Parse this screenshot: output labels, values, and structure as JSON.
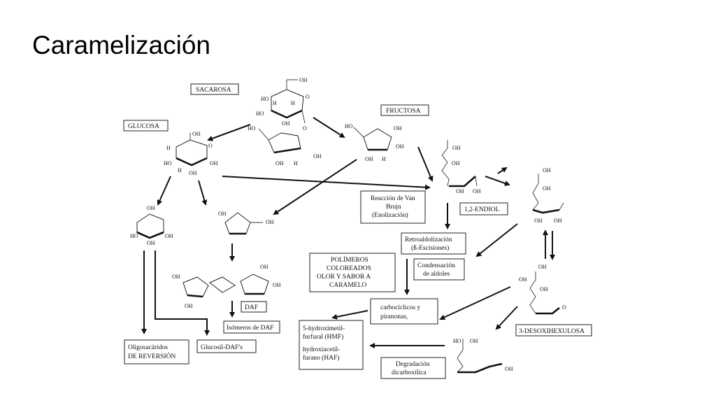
{
  "title": "Caramelización",
  "labels": {
    "sacarosa": "SACAROSA",
    "glucosa": "GLUCOSA",
    "fructosa": "FRUCTOSA",
    "van_brujn": [
      "Reacción de Van",
      "Brujn",
      "(Enolización)"
    ],
    "endiol": "1,2-ENDIOL",
    "retroaldol": [
      "Retroaldolización",
      "(ß-Escisiones)"
    ],
    "condensacion": [
      "Condensación",
      "de aldoles"
    ],
    "polimeros": [
      "POLÍMEROS",
      "COLOREADOS",
      "OLOR Y SABOR A",
      "CARAMELO"
    ],
    "daf": "DAF",
    "isomeros": "Isómeros de DAF",
    "carbociclicos": [
      "carbocíclicos y",
      "piranonas,"
    ],
    "hmf": [
      "5-hydroximetil-",
      "furfural (HMF)"
    ],
    "haf": [
      "hydroxiacetil-",
      "furano (HAF)"
    ],
    "oligosacaridos": [
      "Oligosacáridos",
      "DE REVERSIÓN"
    ],
    "glucosil": "Glucosil-DAF's",
    "desoxihexulosa": "3-DESOXIHEXULOSA",
    "degradacion": [
      "Degradación",
      "dicarboxílica"
    ]
  },
  "atoms": {
    "oh": "OH",
    "h": "H",
    "o": "O",
    "ho": "HO"
  }
}
